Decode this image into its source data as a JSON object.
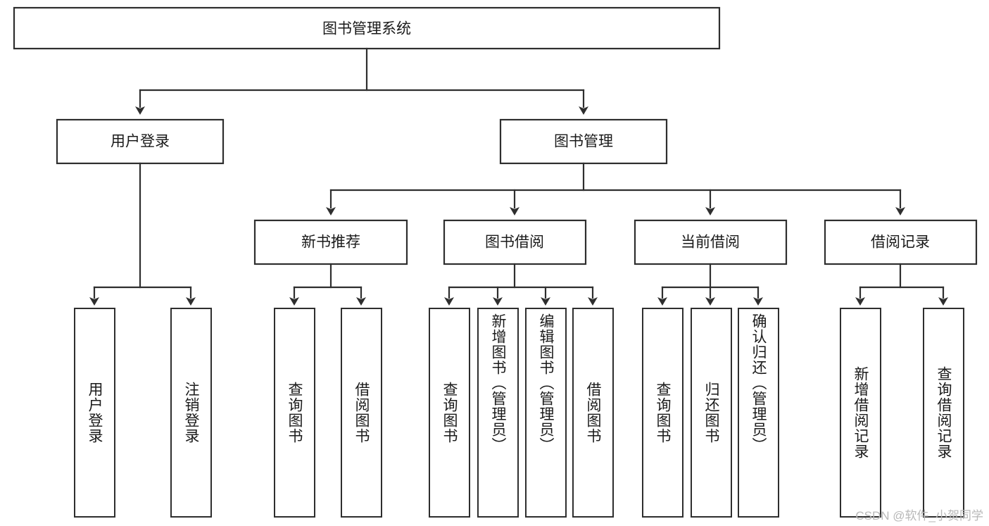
{
  "diagram": {
    "title": "图书管理系统",
    "type": "tree",
    "root": {
      "id": "root",
      "label": "图书管理系统"
    },
    "level2": [
      {
        "id": "user-login",
        "label": "用户登录"
      },
      {
        "id": "book-management",
        "label": "图书管理"
      }
    ],
    "level3": [
      {
        "id": "new-book-recommend",
        "label": "新书推荐",
        "parent": "book-management"
      },
      {
        "id": "book-borrow",
        "label": "图书借阅",
        "parent": "book-management"
      },
      {
        "id": "current-borrow",
        "label": "当前借阅",
        "parent": "book-management"
      },
      {
        "id": "borrow-record",
        "label": "借阅记录",
        "parent": "book-management"
      }
    ],
    "leaves": [
      {
        "id": "leaf-user-login",
        "label": "用户登录",
        "parent": "user-login"
      },
      {
        "id": "leaf-logout-login",
        "label": "注销登录",
        "parent": "user-login"
      },
      {
        "id": "leaf-query-book-1",
        "label": "查询图书",
        "parent": "new-book-recommend"
      },
      {
        "id": "leaf-borrow-book-1",
        "label": "借阅图书",
        "parent": "new-book-recommend"
      },
      {
        "id": "leaf-query-book-2",
        "label": "查询图书",
        "parent": "book-borrow"
      },
      {
        "id": "leaf-add-book",
        "label": "新增图书（管理员）",
        "parent": "book-borrow"
      },
      {
        "id": "leaf-edit-book",
        "label": "编辑图书（管理员）",
        "parent": "book-borrow"
      },
      {
        "id": "leaf-borrow-book-2",
        "label": "借阅图书",
        "parent": "book-borrow"
      },
      {
        "id": "leaf-query-book-3",
        "label": "查询图书",
        "parent": "current-borrow"
      },
      {
        "id": "leaf-return-book",
        "label": "归还图书",
        "parent": "current-borrow"
      },
      {
        "id": "leaf-confirm-return",
        "label": "确认归还（管理员）",
        "parent": "current-borrow"
      },
      {
        "id": "leaf-add-record",
        "label": "新增借阅记录",
        "parent": "borrow-record"
      },
      {
        "id": "leaf-query-record",
        "label": "查询借阅记录",
        "parent": "borrow-record"
      }
    ],
    "colors": {
      "stroke": "#2e2e2e",
      "fill": "#ffffff",
      "text": "#1a1a1a",
      "watermark": "#b8b8b8"
    }
  },
  "watermark": {
    "text": "CSDN @软件_小贺同学"
  }
}
